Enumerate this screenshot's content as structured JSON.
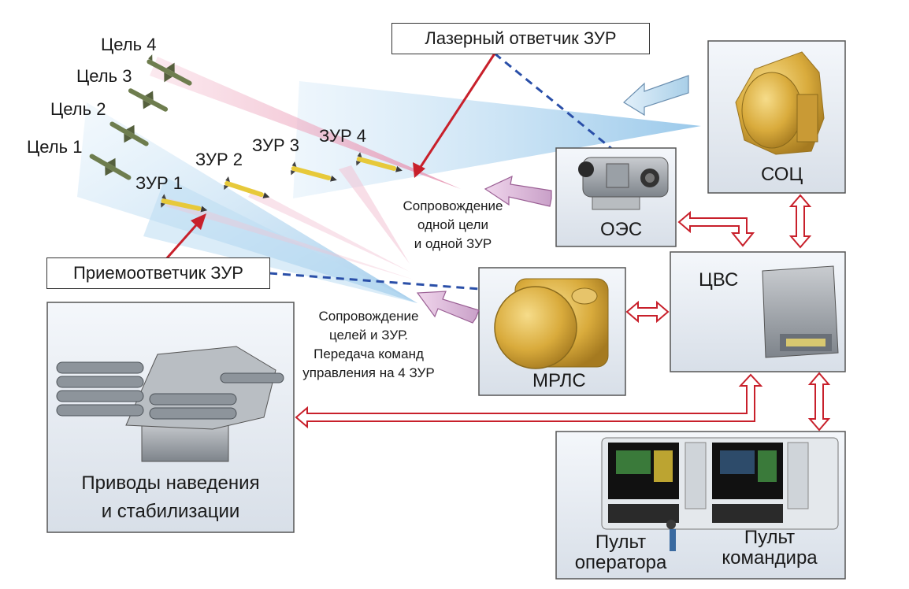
{
  "labels": {
    "targets": [
      "Цель 4",
      "Цель 3",
      "Цель 2",
      "Цель 1"
    ],
    "missiles": [
      "ЗУР 1",
      "ЗУР 2",
      "ЗУР 3",
      "ЗУР 4"
    ],
    "laser_transponder": "Лазерный ответчик ЗУР",
    "transponder": "Приемоответчик ЗУР",
    "soc": "СОЦ",
    "oes": "ОЭС",
    "cvs": "ЦВС",
    "mrls": "МРЛС",
    "drives": [
      "Приводы наведения",
      "и стабилизации"
    ],
    "operator_console": [
      "Пульт",
      "оператора"
    ],
    "commander_console": [
      "Пульт",
      "командира"
    ],
    "tracking_single": [
      "Сопровождение",
      "одной цели",
      "и одной ЗУР"
    ],
    "tracking_multi": [
      "Сопровождение",
      "целей и ЗУР.",
      "Передача команд",
      "управления на 4 ЗУР"
    ]
  },
  "colors": {
    "arrow_red": "#c8202b",
    "beam_blue": "#8fc3e8",
    "beam_pink": "#e89bb4",
    "dash_blue": "#2a4fa8",
    "gold": "#d9b04a"
  }
}
